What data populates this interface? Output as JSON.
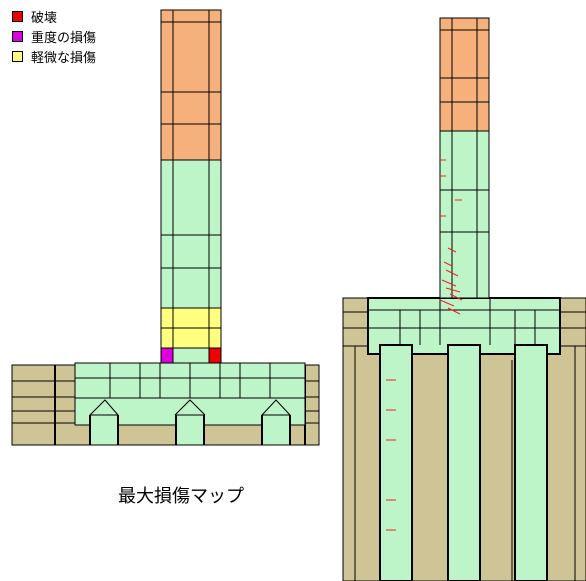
{
  "legend": {
    "items": [
      {
        "label": "破壊",
        "color": "#ee0000"
      },
      {
        "label": "重度の損傷",
        "color": "#dd00dd"
      },
      {
        "label": "軽微な損傷",
        "color": "#ffff80"
      }
    ]
  },
  "caption": "最大損傷マップ",
  "colors": {
    "ground": "#cfc495",
    "pier_green": "#bdf5c8",
    "pier_orange": "#f5b07c",
    "crack_red": "#ee2222",
    "line": "#000000"
  }
}
